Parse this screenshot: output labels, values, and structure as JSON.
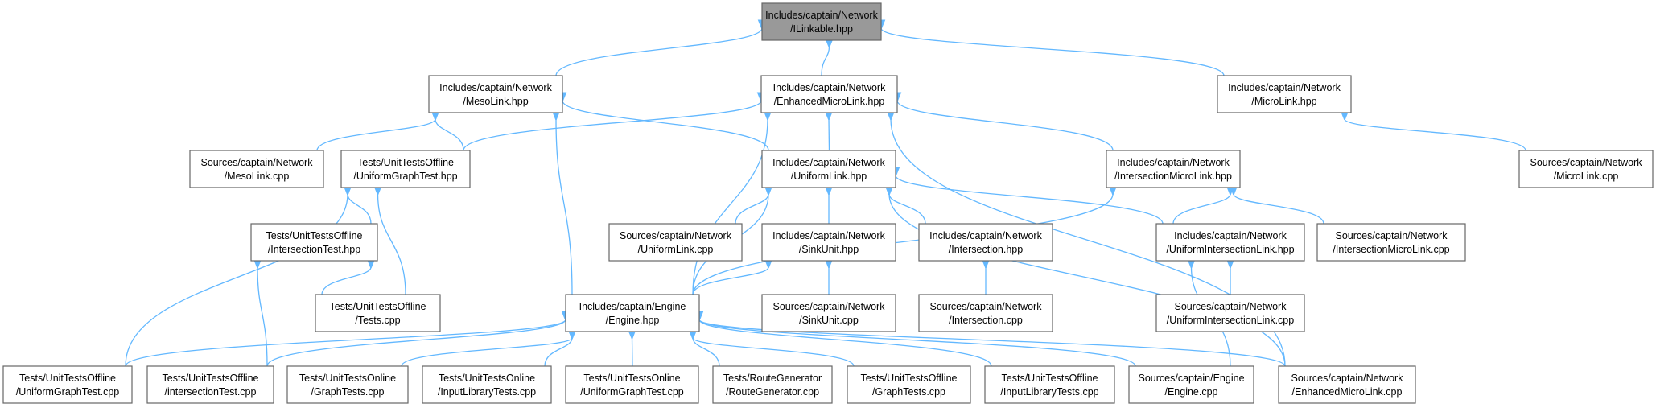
{
  "nodes": [
    {
      "id": "ilinkable",
      "line1": "Includes/captain/Network",
      "line2": "/ILinkable.hpp",
      "root": true
    },
    {
      "id": "mesolink_hpp",
      "line1": "Includes/captain/Network",
      "line2": "/MesoLink.hpp"
    },
    {
      "id": "enhancedmicrolink_hpp",
      "line1": "Includes/captain/Network",
      "line2": "/EnhancedMicroLink.hpp"
    },
    {
      "id": "microlink_hpp",
      "line1": "Includes/captain/Network",
      "line2": "/MicroLink.hpp"
    },
    {
      "id": "mesolink_cpp",
      "line1": "Sources/captain/Network",
      "line2": "/MesoLink.cpp"
    },
    {
      "id": "uniformgraphtest_hpp",
      "line1": "Tests/UnitTestsOffline",
      "line2": "/UniformGraphTest.hpp"
    },
    {
      "id": "uniformlink_hpp",
      "line1": "Includes/captain/Network",
      "line2": "/UniformLink.hpp"
    },
    {
      "id": "intersectionmicrolink_hpp",
      "line1": "Includes/captain/Network",
      "line2": "/IntersectionMicroLink.hpp"
    },
    {
      "id": "microlink_cpp",
      "line1": "Sources/captain/Network",
      "line2": "/MicroLink.cpp"
    },
    {
      "id": "intersectiontest_hpp",
      "line1": "Tests/UnitTestsOffline",
      "line2": "/IntersectionTest.hpp"
    },
    {
      "id": "uniformlink_cpp",
      "line1": "Sources/captain/Network",
      "line2": "/UniformLink.cpp"
    },
    {
      "id": "sinkunit_hpp",
      "line1": "Includes/captain/Network",
      "line2": "/SinkUnit.hpp"
    },
    {
      "id": "intersection_hpp",
      "line1": "Includes/captain/Network",
      "line2": "/Intersection.hpp"
    },
    {
      "id": "uniformintersectionlink_hpp",
      "line1": "Includes/captain/Network",
      "line2": "/UniformIntersectionLink.hpp"
    },
    {
      "id": "intersectionmicrolink_cpp",
      "line1": "Sources/captain/Network",
      "line2": "/IntersectionMicroLink.cpp"
    },
    {
      "id": "tests_cpp",
      "line1": "Tests/UnitTestsOffline",
      "line2": "/Tests.cpp"
    },
    {
      "id": "engine_hpp",
      "line1": "Includes/captain/Engine",
      "line2": "/Engine.hpp"
    },
    {
      "id": "sinkunit_cpp",
      "line1": "Sources/captain/Network",
      "line2": "/SinkUnit.cpp"
    },
    {
      "id": "intersection_cpp",
      "line1": "Sources/captain/Network",
      "line2": "/Intersection.cpp"
    },
    {
      "id": "uniformintersectionlink_cpp",
      "line1": "Sources/captain/Network",
      "line2": "/UniformIntersectionLink.cpp"
    },
    {
      "id": "off_uniformgraphtest_cpp",
      "line1": "Tests/UnitTestsOffline",
      "line2": "/UniformGraphTest.cpp"
    },
    {
      "id": "off_intersectiontest_cpp",
      "line1": "Tests/UnitTestsOffline",
      "line2": "/intersectionTest.cpp"
    },
    {
      "id": "on_graphtests_cpp",
      "line1": "Tests/UnitTestsOnline",
      "line2": "/GraphTests.cpp"
    },
    {
      "id": "on_inputlibrarytests_cpp",
      "line1": "Tests/UnitTestsOnline",
      "line2": "/InputLibraryTests.cpp"
    },
    {
      "id": "on_uniformgraphtest_cpp",
      "line1": "Tests/UnitTestsOnline",
      "line2": "/UniformGraphTest.cpp"
    },
    {
      "id": "routegenerator_cpp",
      "line1": "Tests/RouteGenerator",
      "line2": "/RouteGenerator.cpp"
    },
    {
      "id": "off_graphtests_cpp",
      "line1": "Tests/UnitTestsOffline",
      "line2": "/GraphTests.cpp"
    },
    {
      "id": "off_inputlibrarytests_cpp",
      "line1": "Tests/UnitTestsOffline",
      "line2": "/InputLibraryTests.cpp"
    },
    {
      "id": "engine_cpp",
      "line1": "Sources/captain/Engine",
      "line2": "/Engine.cpp"
    },
    {
      "id": "enhancedmicrolink_cpp",
      "line1": "Sources/captain/Network",
      "line2": "/EnhancedMicroLink.cpp"
    }
  ],
  "edges": [
    [
      "ilinkable",
      "mesolink_hpp"
    ],
    [
      "ilinkable",
      "enhancedmicrolink_hpp"
    ],
    [
      "ilinkable",
      "microlink_hpp"
    ],
    [
      "mesolink_hpp",
      "mesolink_cpp"
    ],
    [
      "mesolink_hpp",
      "uniformgraphtest_hpp"
    ],
    [
      "mesolink_hpp",
      "uniformlink_hpp"
    ],
    [
      "mesolink_hpp",
      "engine_hpp"
    ],
    [
      "enhancedmicrolink_hpp",
      "uniformgraphtest_hpp"
    ],
    [
      "enhancedmicrolink_hpp",
      "uniformlink_hpp"
    ],
    [
      "enhancedmicrolink_hpp",
      "intersectionmicrolink_hpp"
    ],
    [
      "enhancedmicrolink_hpp",
      "engine_hpp"
    ],
    [
      "enhancedmicrolink_hpp",
      "enhancedmicrolink_cpp"
    ],
    [
      "microlink_hpp",
      "microlink_cpp"
    ],
    [
      "uniformgraphtest_hpp",
      "intersectiontest_hpp"
    ],
    [
      "uniformgraphtest_hpp",
      "tests_cpp"
    ],
    [
      "uniformgraphtest_hpp",
      "off_uniformgraphtest_cpp"
    ],
    [
      "uniformlink_hpp",
      "uniformlink_cpp"
    ],
    [
      "uniformlink_hpp",
      "sinkunit_hpp"
    ],
    [
      "uniformlink_hpp",
      "intersection_hpp"
    ],
    [
      "uniformlink_hpp",
      "uniformintersectionlink_hpp"
    ],
    [
      "uniformlink_hpp",
      "engine_hpp"
    ],
    [
      "uniformlink_hpp",
      "enhancedmicrolink_cpp"
    ],
    [
      "intersectionmicrolink_hpp",
      "uniformintersectionlink_hpp"
    ],
    [
      "intersectionmicrolink_hpp",
      "intersectionmicrolink_cpp"
    ],
    [
      "intersectionmicrolink_hpp",
      "engine_hpp"
    ],
    [
      "intersectiontest_hpp",
      "tests_cpp"
    ],
    [
      "intersectiontest_hpp",
      "off_intersectiontest_cpp"
    ],
    [
      "sinkunit_hpp",
      "engine_hpp"
    ],
    [
      "sinkunit_hpp",
      "sinkunit_cpp"
    ],
    [
      "intersection_hpp",
      "intersection_cpp"
    ],
    [
      "uniformintersectionlink_hpp",
      "uniformintersectionlink_cpp"
    ],
    [
      "uniformintersectionlink_hpp",
      "engine_cpp"
    ],
    [
      "engine_hpp",
      "off_uniformgraphtest_cpp"
    ],
    [
      "engine_hpp",
      "off_intersectiontest_cpp"
    ],
    [
      "engine_hpp",
      "on_graphtests_cpp"
    ],
    [
      "engine_hpp",
      "on_inputlibrarytests_cpp"
    ],
    [
      "engine_hpp",
      "on_uniformgraphtest_cpp"
    ],
    [
      "engine_hpp",
      "routegenerator_cpp"
    ],
    [
      "engine_hpp",
      "off_graphtests_cpp"
    ],
    [
      "engine_hpp",
      "off_inputlibrarytests_cpp"
    ],
    [
      "engine_hpp",
      "engine_cpp"
    ],
    [
      "engine_hpp",
      "enhancedmicrolink_cpp"
    ]
  ]
}
